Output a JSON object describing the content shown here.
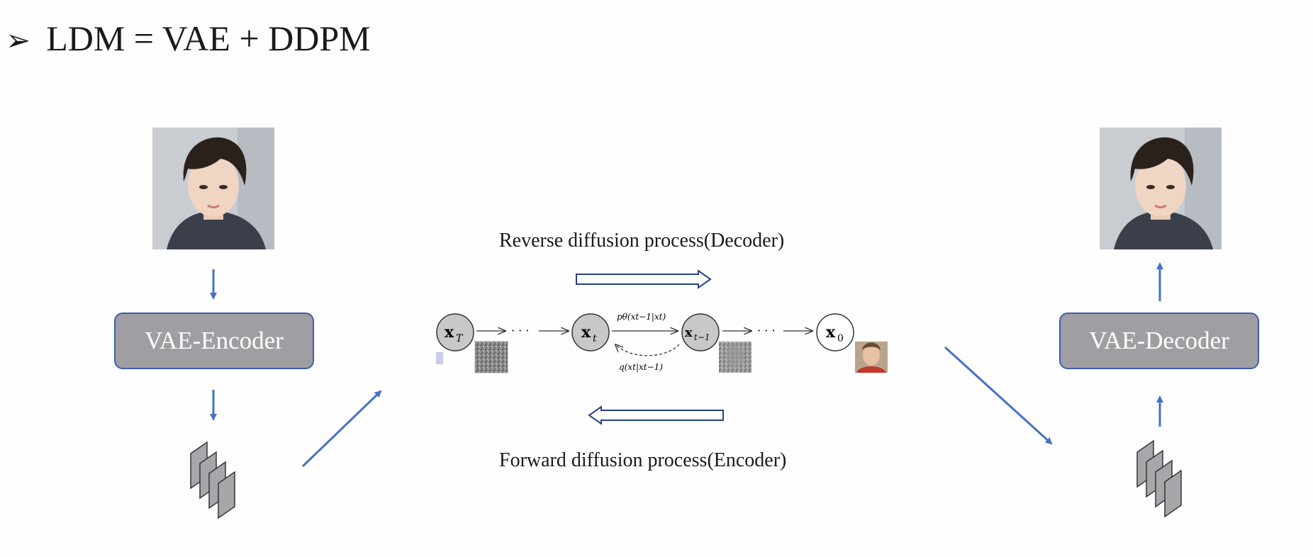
{
  "slide": {
    "title": "LDM = VAE + DDPM",
    "bullet": "➢"
  },
  "encoder": {
    "label": "VAE-Encoder"
  },
  "decoder": {
    "label": "VAE-Decoder"
  },
  "reverse_process": {
    "label": "Reverse diffusion process(Decoder)"
  },
  "forward_process": {
    "label": "Forward diffusion process(Encoder)"
  },
  "chain": {
    "nodes": [
      {
        "label": "x",
        "sub": "T"
      },
      {
        "label": "x",
        "sub": "t"
      },
      {
        "label": "x",
        "sub": "t−1"
      },
      {
        "label": "x",
        "sub": "0"
      }
    ],
    "dots": "· · ·",
    "p_theta": "pθ(xt−1|xt)",
    "q": "q(xt|xt−1)"
  },
  "colors": {
    "box_fill": "#a09ea3",
    "box_border": "#3a5fb0",
    "arrow_blue": "#4472c4",
    "node_fill": "#c8c8c8"
  }
}
